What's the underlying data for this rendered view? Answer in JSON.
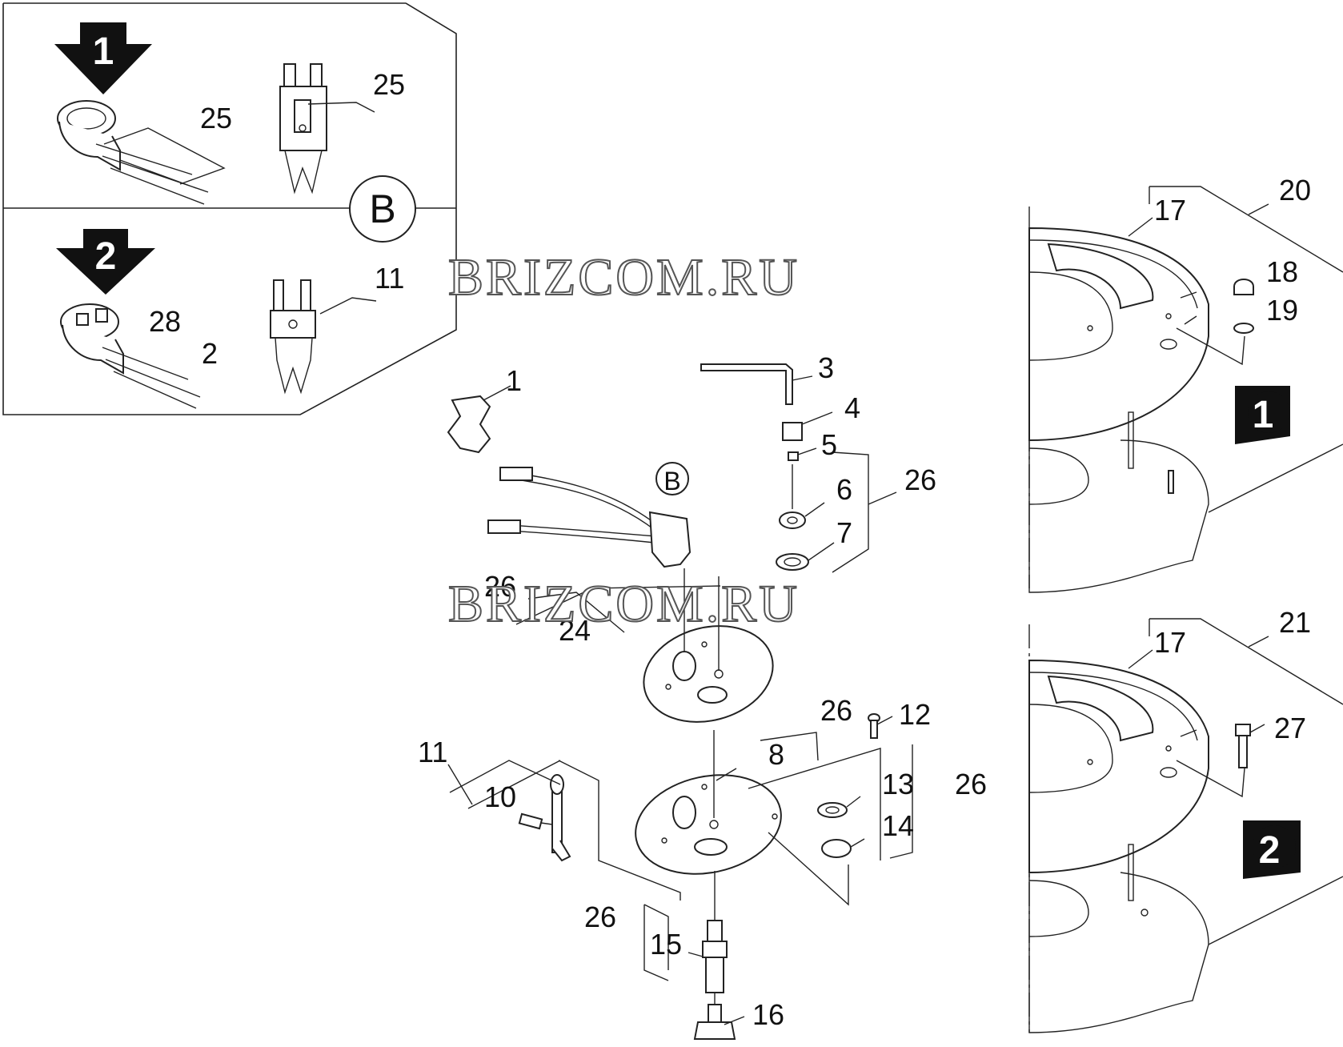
{
  "labels": {
    "p1": "1",
    "p2": "2",
    "p3": "3",
    "p4": "4",
    "p5": "5",
    "p6": "6",
    "p7": "7",
    "p8": "8",
    "p10": "10",
    "p11": "11",
    "p12": "12",
    "p13": "13",
    "p14": "14",
    "p15": "15",
    "p16": "16",
    "p17": "17",
    "p18": "18",
    "p19": "19",
    "p20": "20",
    "p21": "21",
    "p24": "24",
    "p25": "25",
    "p26": "26",
    "p27": "27",
    "p28": "28"
  },
  "markers": {
    "variant1": "1",
    "variant2": "2",
    "detail": "B"
  },
  "watermark": "BRIZCOM.RU"
}
